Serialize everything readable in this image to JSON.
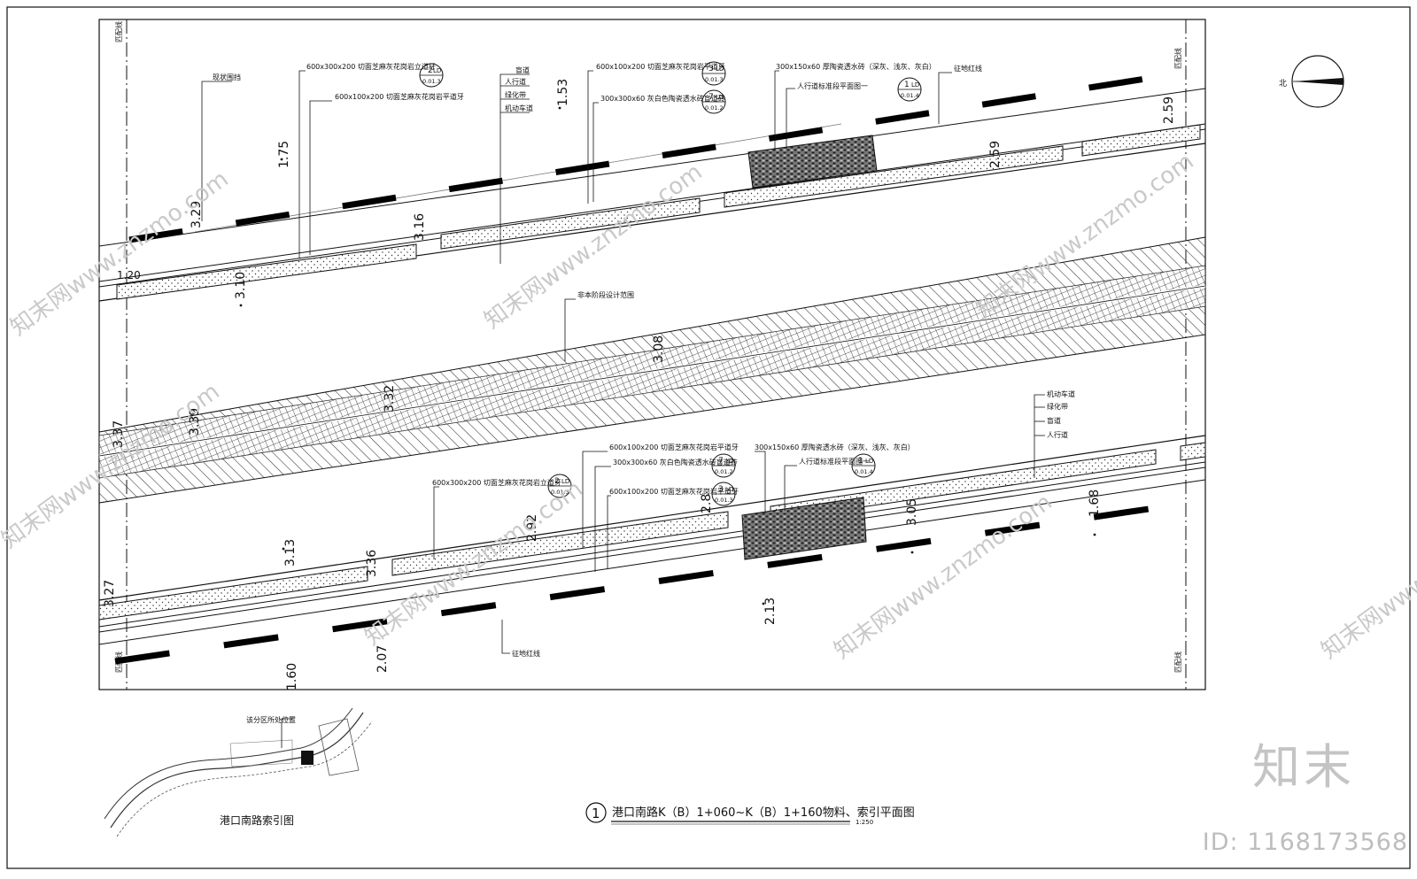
{
  "drawing": {
    "title": "港口南路K（B）1+060~K（B）1+160物料、索引平面图",
    "title_number": "1",
    "scale": "1:250",
    "index_map_label": "港口南路索引图",
    "index_map_note": "该分区所处位置",
    "north_label": "北"
  },
  "callouts_top": {
    "existing_wall": "现状围挡",
    "item_a": "600x300x200  切面芝麻灰花岗岩立道牙",
    "item_b": "600x100x200  切面芝麻灰花岗岩平道牙",
    "item_c": "600x100x200  切面芝麻灰花岗岩平道牙",
    "item_d": "300x300x60  灰白色陶瓷透水砖盲道砖",
    "item_e": "300x150x60  厚陶瓷透水砖（深灰、浅灰、灰白）",
    "item_f": "人行道标准段平面图一",
    "red_line": "征地红线",
    "stack": [
      "盲道",
      "人行道",
      "绿化带",
      "机动车道"
    ]
  },
  "callouts_middle": {
    "scope": "非本阶段设计范围"
  },
  "callouts_bottom": {
    "item_a": "600x300x200  切面芝麻灰花岗岩立道牙",
    "item_b": "600x100x200  切面芝麻灰花岗岩平道牙",
    "item_c": "300x300x60  灰白色陶瓷透水砖盲道砖",
    "item_d": "600x100x200  切面芝麻灰花岗岩平道牙",
    "item_e": "300x150x60  厚陶瓷透水砖（深灰、浅灰、灰白）",
    "item_f": "人行道标准段平面图一",
    "red_line": "征地红线",
    "stack": [
      "机动车道",
      "绿化带",
      "盲道",
      "人行道"
    ]
  },
  "detail_refs": {
    "r1": {
      "top": "2",
      "sub": "LD",
      "bottom": "0.01.3"
    },
    "r2": {
      "top": "3",
      "sub": "LD",
      "bottom": "0.01.3"
    },
    "r3": {
      "top": "7",
      "sub": "LD",
      "bottom": "0.01.2"
    },
    "r4": {
      "top": "1",
      "sub": "LD",
      "bottom": "0.01.4"
    }
  },
  "elevations": {
    "top": [
      "3.29",
      "1.75",
      "3.16",
      "3.10",
      "1.20",
      "1.53",
      "2.59",
      "2.59"
    ],
    "middle": [
      "3.08",
      "3.39",
      "3.37",
      "3.32"
    ],
    "bottom": [
      "3.27",
      "3.13",
      "3.36",
      "2.92",
      "2.8",
      "3.05",
      "1.68",
      "2.13",
      "2.07",
      "1.60"
    ]
  },
  "match_line": "匹配线",
  "watermark": {
    "text": "知末网www.znzmo.com",
    "brand": "知末",
    "id": "ID: 1168173568"
  },
  "colors": {
    "line": "#111111",
    "watermark": "#c9c9c9",
    "hatch": "#333333"
  }
}
